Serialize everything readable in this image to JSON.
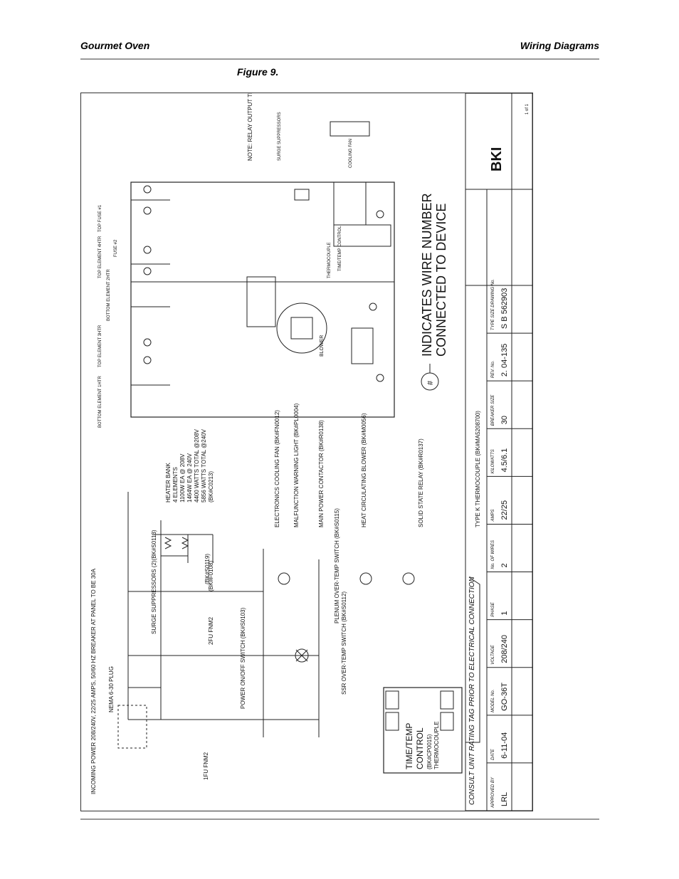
{
  "header": {
    "left": "Gourmet Oven",
    "right": "Wiring Diagrams"
  },
  "figure_caption": "Figure 9.",
  "diagram": {
    "incoming_power": "INCOMING POWER 208/240V, 22/25 AMPS, 50/60 HZ BREAKER AT PANEL TO BE 30A",
    "plug": "NEMA 6-30 PLUG",
    "surge_suppressors": "SURGE SUPPRESSORS (2)(BK#S0113)",
    "heater_bank": [
      "HEATER BANK",
      "4 ELEMENTS",
      "1100W EA @ 208V",
      "1464W EA @ 240V",
      "4400 WATTS TOTAL @208V",
      "5856 WATTS TOTAL @240V",
      "(BK#C0213)"
    ],
    "fan": "ELECTRONICS COOLING FAN (BK#FN0012)",
    "light": "MALFUNCTION WARNING LIGHT (BK#PL0004)",
    "contactor": "MAIN POWER CONTACTOR (BK#R0138)",
    "blower": "HEAT CIRCULATING BLOWER (BK#M0056)",
    "ssr": "SOLID STATE RELAY (BK#R0137)",
    "thermocouple": "TYPE K THERMOCOUPLE (BK#MA5208700)",
    "power_switch": "POWER ON/OFF SWITCH (BK#S0103)",
    "fuse2": "2FU FNM2",
    "fuse1": "1FU FNM2",
    "fuse_part": "(BK#F0108)",
    "ssr_switch": "SSR OVER-TEMP SWITCH (BK#S0112)",
    "plenum_switch": "PLENUM OVER-TEMP SWITCH (BK#S0115)",
    "switch_s1": "(BK#S0119)",
    "timer_control": [
      "TIME/TEMP",
      "CONTROL",
      "(BK#CP0015)",
      "THERMOCOUPLE"
    ],
    "wire_note": [
      "INDICATES WIRE NUMBER",
      "CONNECTED TO DEVICE"
    ],
    "relay_note": "NOTE: RELAY OUTPUT TERMINALS",
    "consult_note": "CONSULT UNIT RATING TAG PRIOR TO ELECTRICAL CONNECTION",
    "layout_labels": {
      "bottom_element_1": "BOTTOM ELEMENT 1HTR",
      "top_element_3": "TOP ELEMENT 3HTR",
      "bottom_element_2": "BOTTOM ELEMENT 2HTR",
      "top_element_4": "TOP ELEMENT 4HTR",
      "top_fuse": "TOP FUSE #1",
      "fuse2": "FUSE #2",
      "surge": "SURGE SUPPRESSORS",
      "cooling_fan": "COOLING FAN",
      "blower": "BLOWER",
      "thermocouple": "THERMOCOUPLE",
      "time_temp": "TIME/TEMP CONTROL"
    },
    "title_block": {
      "headers": [
        "APPROVED BY",
        "DATE",
        "MODEL No.",
        "VOLTAGE",
        "PHASE",
        "No. OF WIRES",
        "AMPS",
        "KILOWATTS",
        "BREAKER SIZE",
        "REV. No.",
        "TYPE SIZE DRAWING No."
      ],
      "values": [
        "LRL",
        "6-11-04",
        "GO-36T",
        "208/240",
        "1",
        "2",
        "22/25",
        "4.5/6.1",
        "30",
        "2.   04-135",
        "S  B  562903"
      ],
      "sheet": "1 of 1",
      "logo": "BKI"
    }
  }
}
